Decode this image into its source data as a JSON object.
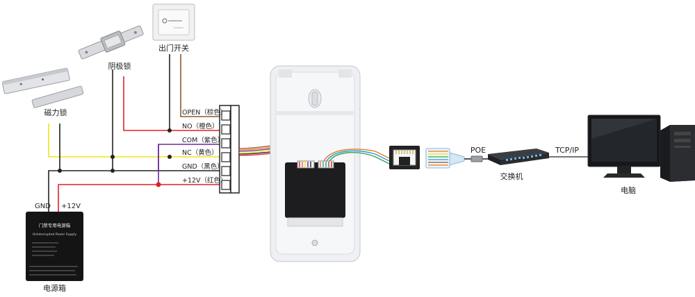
{
  "labels": {
    "exit_button": "出门开关",
    "bolt_lock": "阴极锁",
    "mag_lock": "磁力锁",
    "power_box": "电源箱",
    "gnd": "GND",
    "plus12v": "+12V",
    "poe": "POE",
    "switch": "交换机",
    "tcpip": "TCP/IP",
    "computer": "电脑"
  },
  "terminals": [
    {
      "label": "OPEN（棕色）"
    },
    {
      "label": "NO（橙色）"
    },
    {
      "label": "COM（紫色）"
    },
    {
      "label": "NC（黄色）"
    },
    {
      "label": "GND（黑色）"
    },
    {
      "label": "+12V（红色）"
    }
  ],
  "power_box_text": {
    "title": "门禁专用电源箱",
    "subtitle": "Uninterrupted Power Supply"
  },
  "colors": {
    "red": "#e0202a",
    "black": "#222222",
    "yellow": "#f2e21a",
    "purple": "#6a2a9a",
    "orange": "#e87a1a",
    "brown": "#8a5a2a",
    "network": "#2c9ad6"
  }
}
